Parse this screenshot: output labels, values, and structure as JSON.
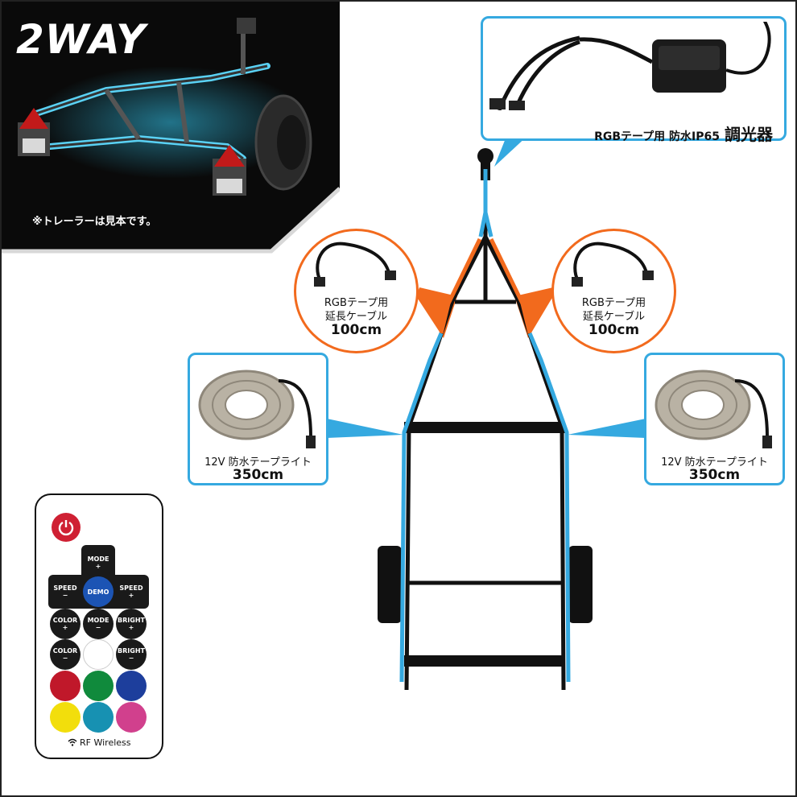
{
  "hero": {
    "badge": "2WAY",
    "note": "※トレーラーは見本です。"
  },
  "controller": {
    "caption_small": "RGBテープ用 防水IP65",
    "caption_big": "調光器"
  },
  "ext_cable_left": {
    "line1": "RGBテープ用",
    "line2": "延長ケーブル",
    "length": "100cm"
  },
  "ext_cable_right": {
    "line1": "RGBテープ用",
    "line2": "延長ケーブル",
    "length": "100cm"
  },
  "tape_left": {
    "label": "12V 防水テープライト",
    "length": "350cm"
  },
  "tape_right": {
    "label": "12V 防水テープライト",
    "length": "350cm"
  },
  "remote": {
    "mode_plus": "MODE +",
    "speed_minus": "SPEED −",
    "demo": "DEMO",
    "speed_plus": "SPEED +",
    "color_plus": "COLOR +",
    "mode_minus": "MODE −",
    "bright_plus": "BRIGHT +",
    "color_minus": "COLOR −",
    "bright_minus": "BRIGHT −",
    "rf_label": "RF Wireless",
    "color_buttons": [
      {
        "name": "white",
        "color": "#ffffff"
      },
      {
        "name": "red",
        "color": "#c0182a"
      },
      {
        "name": "green",
        "color": "#108a3c"
      },
      {
        "name": "blue",
        "color": "#1d3e9c"
      },
      {
        "name": "yellow",
        "color": "#f2de0c"
      },
      {
        "name": "cyan",
        "color": "#1791b2"
      },
      {
        "name": "pink",
        "color": "#d1408d"
      }
    ],
    "power_color": "#cf2033"
  },
  "colors": {
    "led_blue": "#35a9e0",
    "accent_orange": "#f26a1d",
    "frame_black": "#111111"
  }
}
